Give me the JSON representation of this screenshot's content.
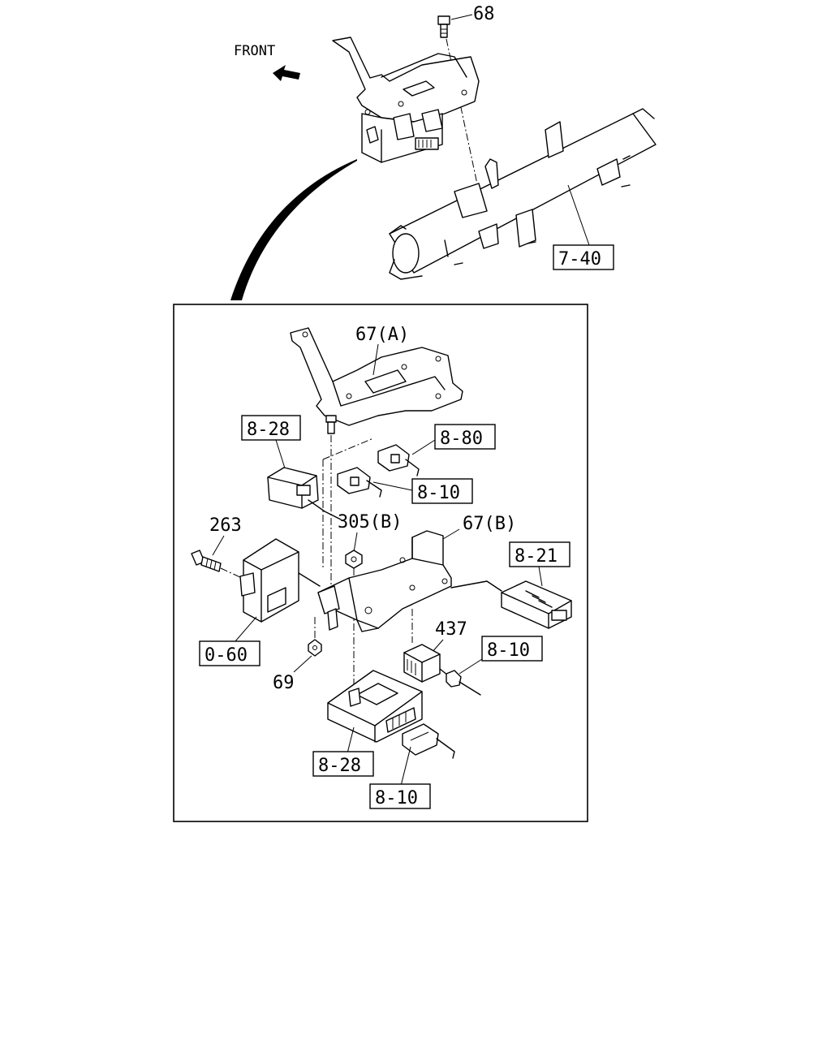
{
  "front_label": "FRONT",
  "callouts": {
    "c68": "68",
    "c740": "7-40",
    "c67a": "67(A)",
    "c828_top": "8-28",
    "c880": "8-80",
    "c810_a": "8-10",
    "c263": "263",
    "c305b": "305(B)",
    "c67b": "67(B)",
    "c821": "8-21",
    "c437": "437",
    "c810_b": "8-10",
    "c060": "0-60",
    "c69": "69",
    "c828_bot": "8-28",
    "c810_c": "8-10"
  }
}
